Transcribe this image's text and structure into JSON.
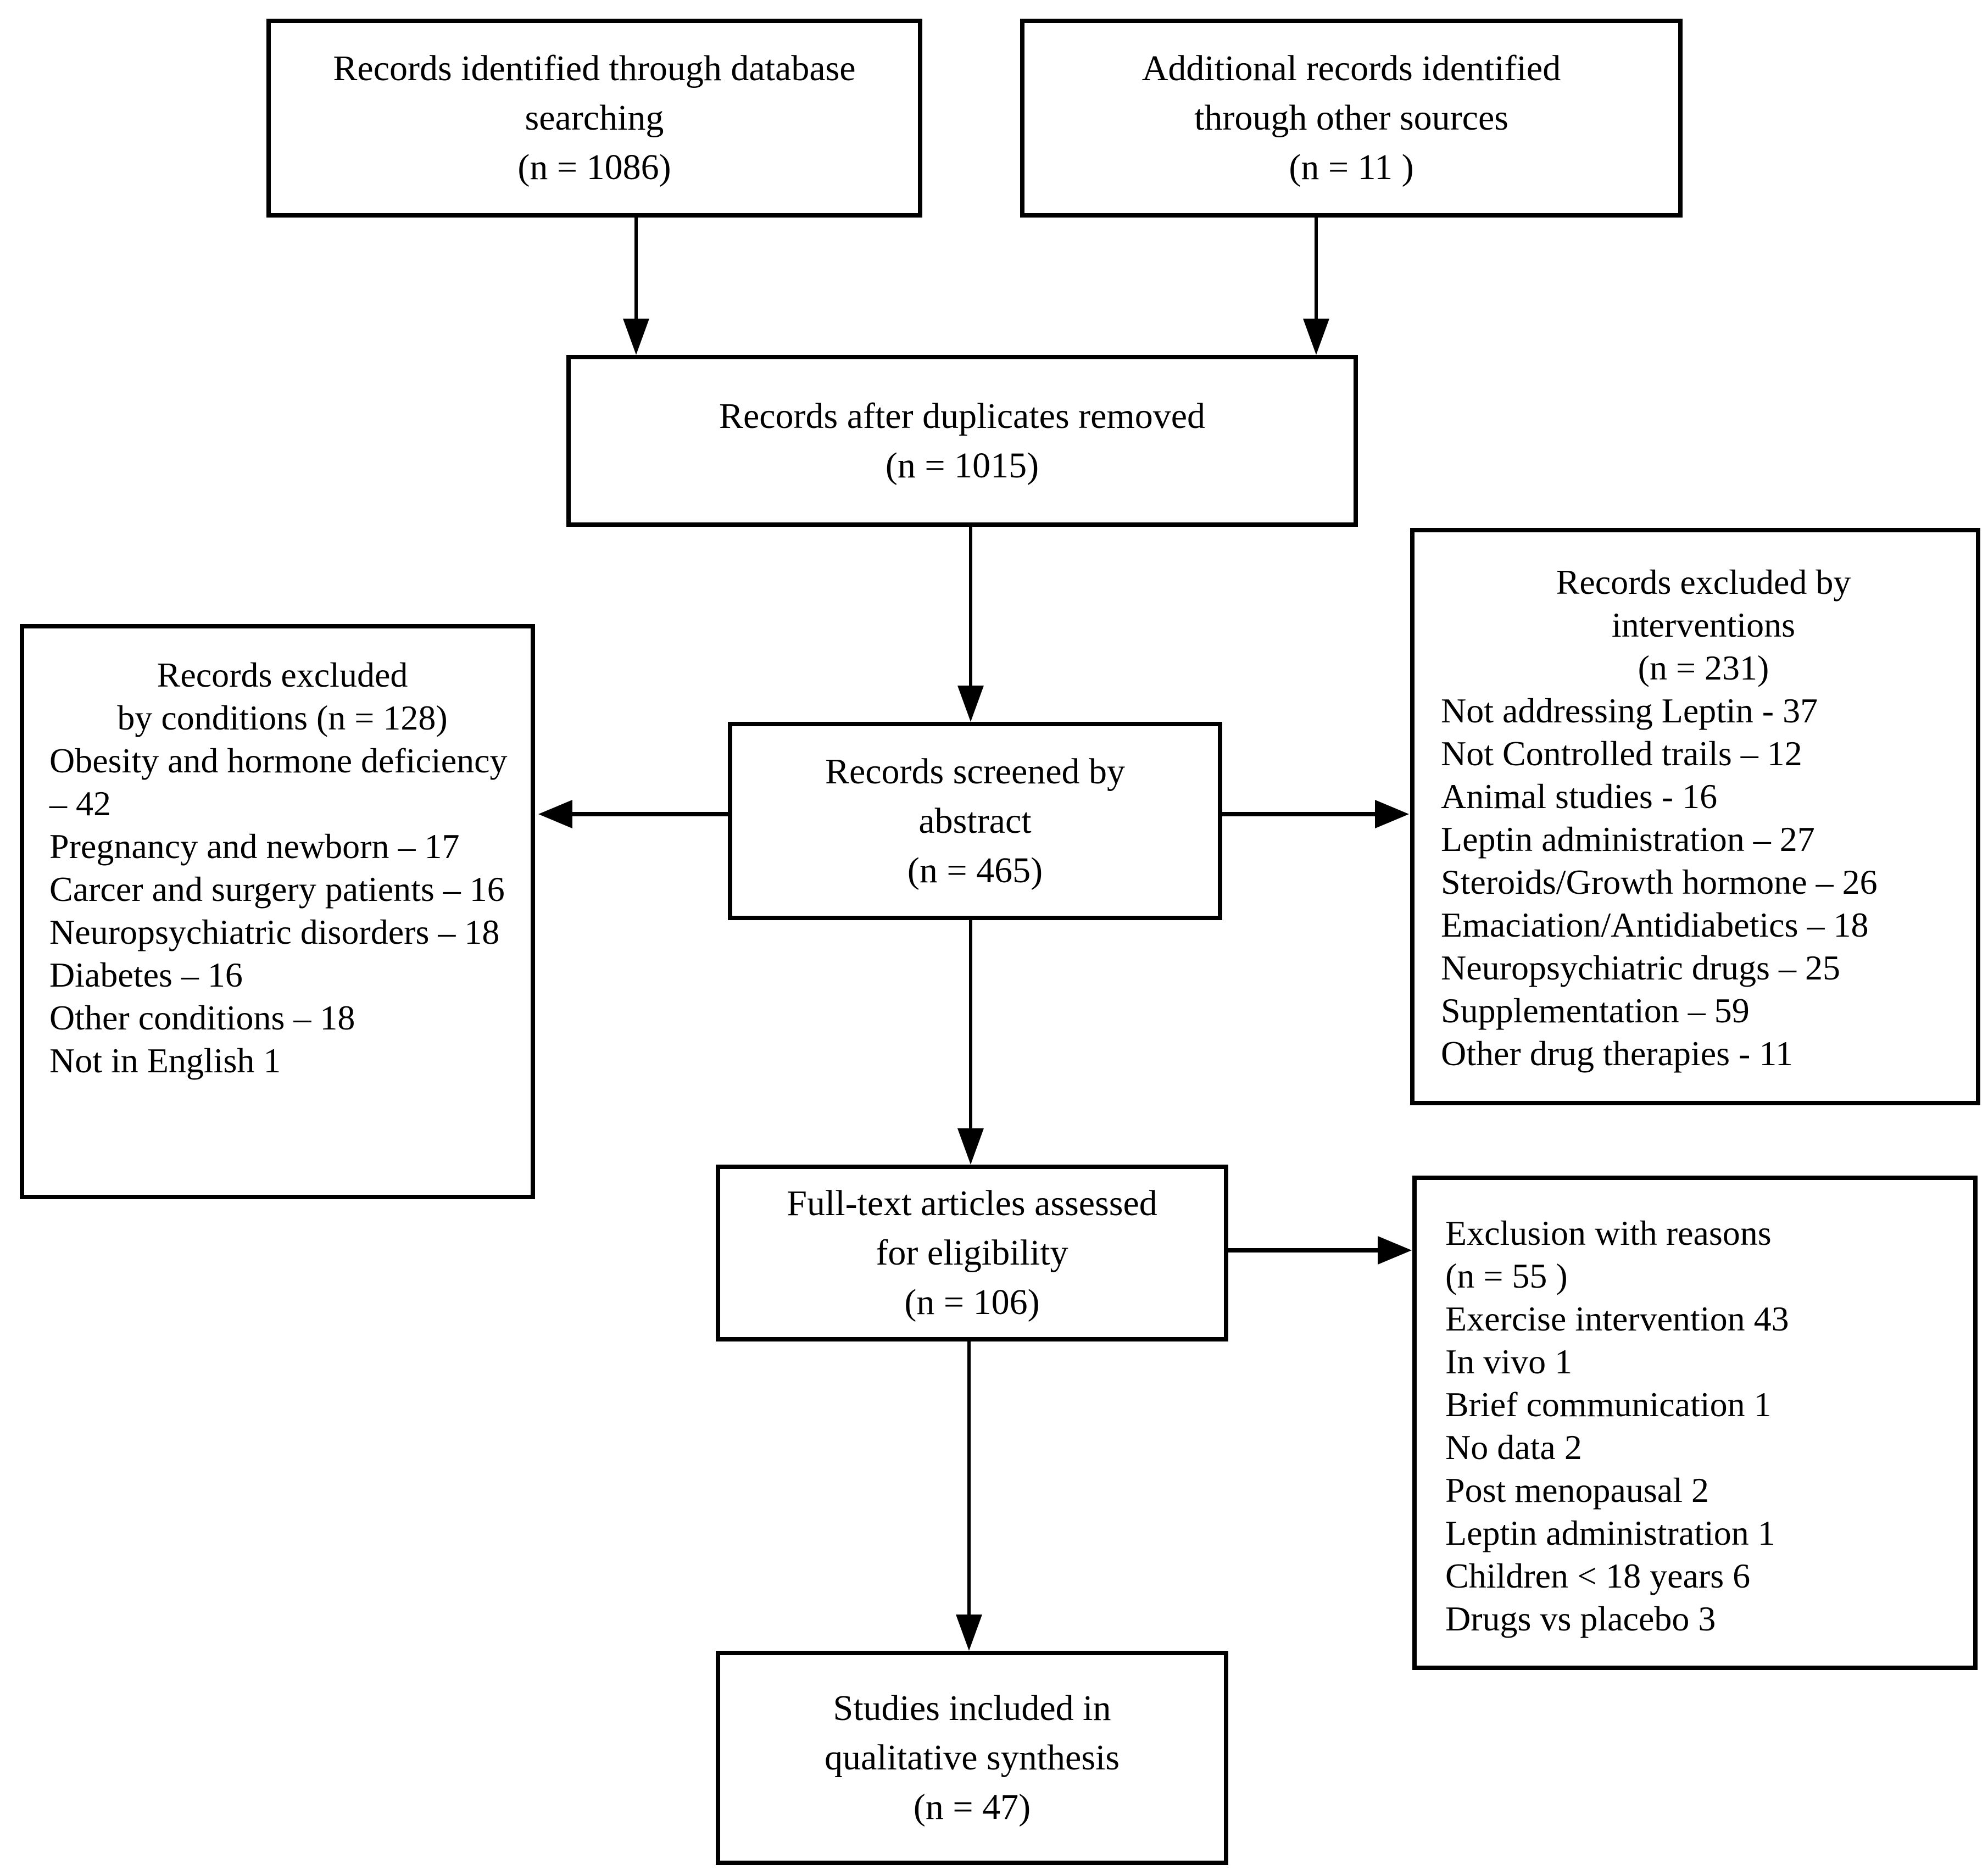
{
  "page": {
    "background_color": "#ffffff",
    "ink_color": "#000000",
    "type": "prisma-flow-diagram"
  },
  "boxes": {
    "identified": {
      "lines": [
        "Records identified through database",
        "searching",
        "(n = 1086)"
      ]
    },
    "additional": {
      "lines": [
        "Additional records identified",
        "through other sources",
        "(n = 11 )"
      ]
    },
    "duplicates": {
      "lines": [
        "Records after duplicates removed",
        "(n = 1015)"
      ]
    },
    "screened": {
      "lines": [
        "Records screened by",
        "abstract",
        "(n = 465)"
      ]
    },
    "conditions": {
      "header_lines": [
        "Records excluded",
        "by conditions (n = 128)"
      ],
      "items": [
        "Obesity and hormone deficiency  – 42",
        "Pregnancy and newborn – 17",
        "Carcer and surgery patients – 16",
        "Neuropsychiatric disorders – 18",
        "Diabetes – 16",
        "Other conditions – 18",
        "Not in English 1"
      ]
    },
    "interventions": {
      "header_lines": [
        "Records excluded by",
        "interventions",
        "(n = 231)"
      ],
      "items": [
        "Not addressing Leptin - 37",
        "Not Controlled trails – 12",
        "Animal studies - 16",
        "Leptin administration – 27",
        "Steroids/Growth hormone – 26",
        "Emaciation/Antidiabetics – 18",
        "Neuropsychiatric drugs – 25",
        "Supplementation – 59",
        "Other drug therapies - 11"
      ]
    },
    "fulltext": {
      "lines": [
        "Full-text articles assessed",
        "for eligibility",
        "(n = 106)"
      ]
    },
    "reasons": {
      "header_lines": [
        "Exclusion with reasons",
        "(n = 55 )"
      ],
      "items": [
        "Exercise intervention 43",
        "In vivo 1",
        "Brief communication 1",
        "No data 2",
        "Post menopausal 2",
        "Leptin administration 1",
        "Children < 18 years 6",
        "Drugs vs placebo 3"
      ]
    },
    "included": {
      "lines": [
        "Studies included in",
        "qualitative synthesis",
        "(n = 47)"
      ]
    }
  }
}
